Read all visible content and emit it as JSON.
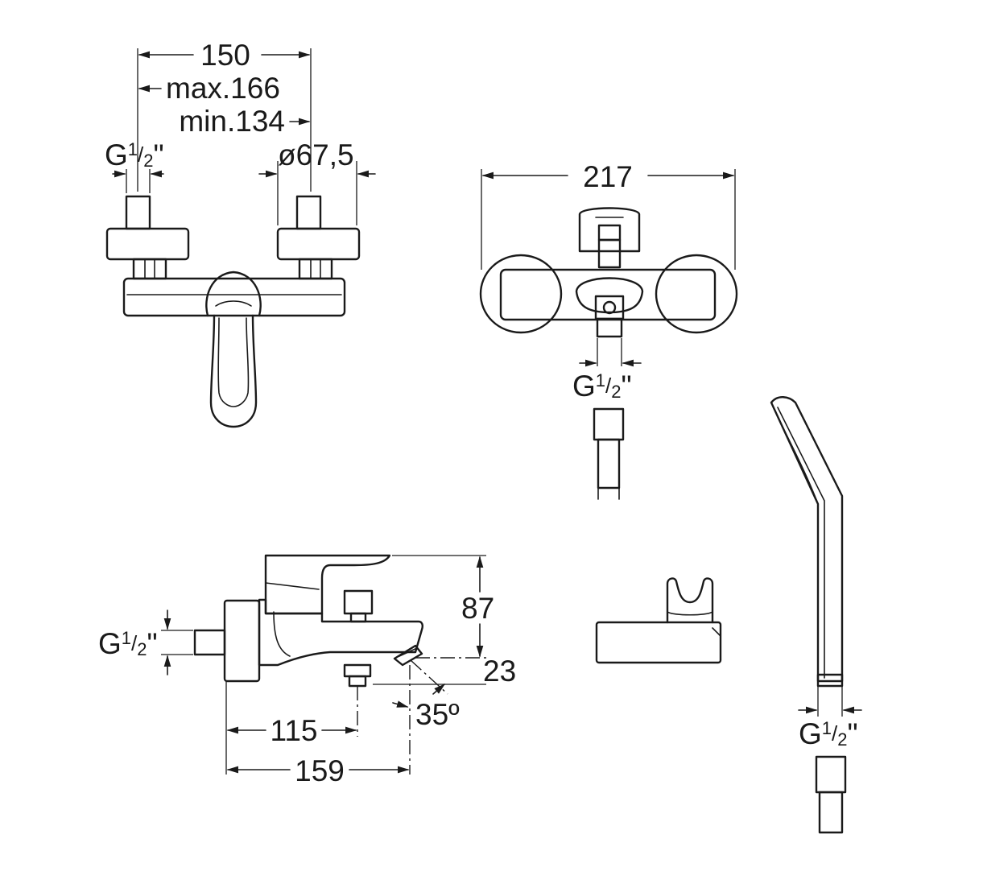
{
  "colors": {
    "line": "#1a1a1a",
    "background": "#ffffff"
  },
  "front_view": {
    "width_label": "150",
    "max_label": "max.166",
    "min_label": "min.134",
    "thread_g": "G",
    "thread_sup": "1",
    "thread_slash": "/",
    "thread_sub": "2",
    "thread_quote": "\"",
    "diameter_label": "ø67,5"
  },
  "bottom_view": {
    "width_label": "217",
    "thread_g": "G",
    "thread_sup": "1",
    "thread_slash": "/",
    "thread_sub": "2",
    "thread_quote": "\""
  },
  "side_view": {
    "thread_g": "G",
    "thread_sup": "1",
    "thread_slash": "/",
    "thread_sub": "2",
    "thread_quote": "\"",
    "height_label": "87",
    "spout_label": "23",
    "angle_label": "35º",
    "depth_label_1": "115",
    "depth_label_2": "159"
  },
  "hand_shower": {
    "thread_g": "G",
    "thread_sup": "1",
    "thread_slash": "/",
    "thread_sub": "2",
    "thread_quote": "\""
  }
}
